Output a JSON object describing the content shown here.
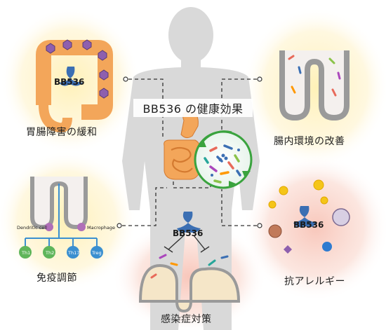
{
  "title": "BB536 の健康効果",
  "strain": "BB536",
  "benefits": [
    {
      "id": "gut",
      "label": "胃腸障害の緩和"
    },
    {
      "id": "env",
      "label": "腸内環境の改善"
    },
    {
      "id": "immune",
      "label": "免疫調節"
    },
    {
      "id": "allergy",
      "label": "抗アレルギー"
    },
    {
      "id": "infection",
      "label": "感染症対策"
    }
  ],
  "immune_panel": {
    "cells": [
      "Dendritic cell",
      "Macrophage"
    ],
    "t_cells": [
      "Th1",
      "Th2",
      "Th17",
      "Treg"
    ]
  },
  "colors": {
    "silhouette": "#d9d9d9",
    "bifido_blue": "#3b6fb3",
    "glow_yellow": "#fff3c2",
    "glow_red": "#f9d0c8",
    "cycle_green": "#3aa33e",
    "th_green": "#5fb55a",
    "th_blue": "#3a8fd0",
    "intestine_orange": "#f3a65a"
  }
}
